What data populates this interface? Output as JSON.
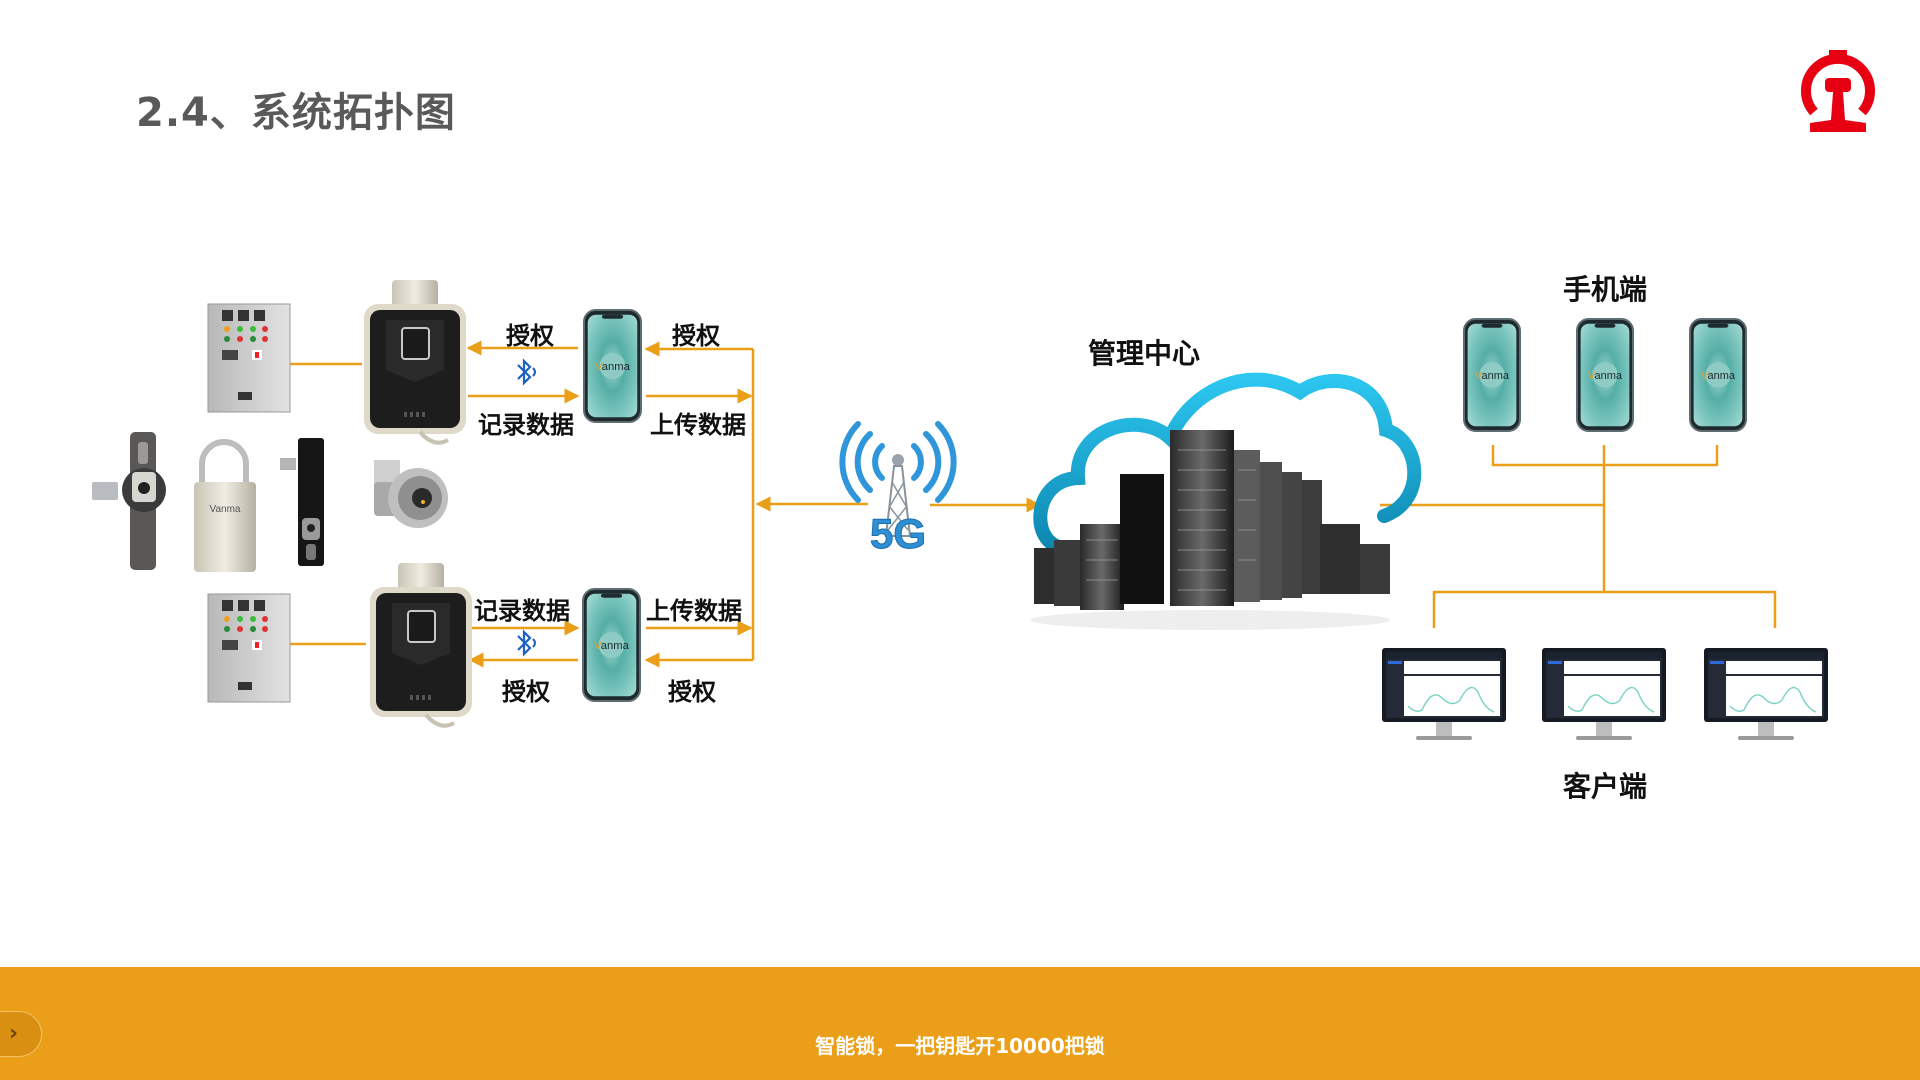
{
  "slide": {
    "title": "2.4、系统拓扑图",
    "footer_text": "智能锁，一把钥匙开10000把锁",
    "next_icon": "chevron-right-icon",
    "logo_icon": "railway-logo-icon"
  },
  "colors": {
    "connector": "#EB9E17",
    "footer_bg": "#EB9E17",
    "logo_red": "#E60012",
    "cloud_blue": "#1FA8D8",
    "phone_teal": "#5DB8B0",
    "bluetooth_blue": "#1E5FC2"
  },
  "devices": {
    "brand": "Vanma",
    "padlock_brand": "Vanma",
    "locks": [
      "handle-lock",
      "padlock",
      "cabinet-lock",
      "cam-lock"
    ]
  },
  "links": {
    "top": {
      "key_to_phone_auth": "授权",
      "key_to_phone_record": "记录数据",
      "phone_to_net_auth": "授权",
      "phone_to_net_upload": "上传数据"
    },
    "bottom": {
      "key_to_phone_record": "记录数据",
      "key_to_phone_auth": "授权",
      "phone_to_net_upload": "上传数据",
      "phone_to_net_auth": "授权"
    },
    "network": "5G"
  },
  "nodes": {
    "management_center": "管理中心",
    "mobile_group": "手机端",
    "client_group": "客户端",
    "mobile_count": 3,
    "client_count": 3
  }
}
